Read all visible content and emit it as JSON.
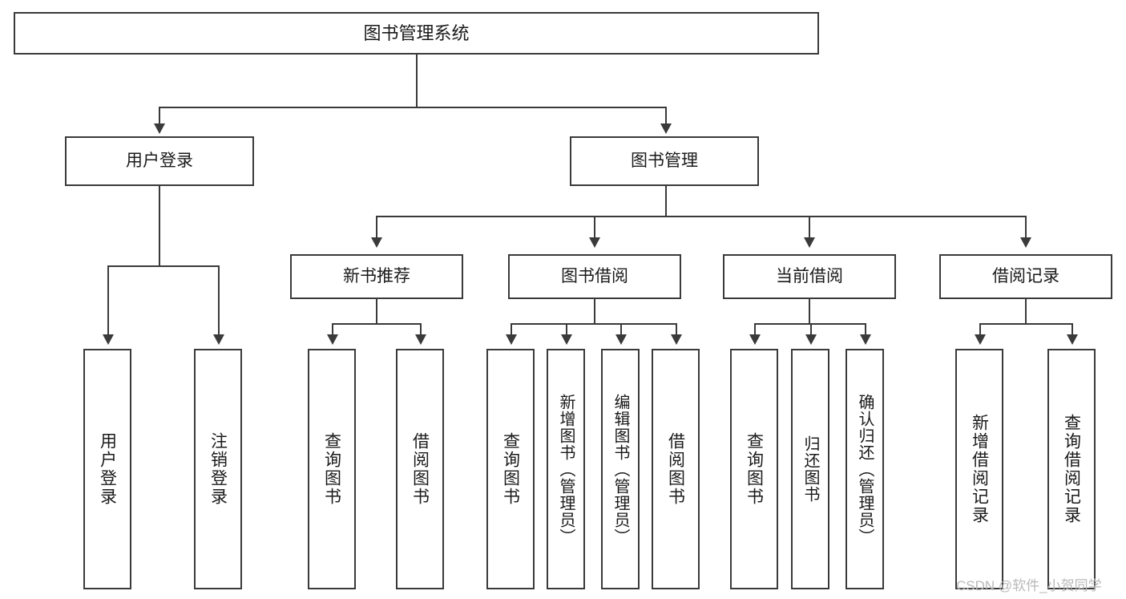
{
  "diagram": {
    "title": "图书管理系统",
    "type": "hierarchy-tree",
    "root": {
      "label": "图书管理系统"
    },
    "level2": [
      {
        "label": "用户登录"
      },
      {
        "label": "图书管理"
      }
    ],
    "level3": [
      {
        "label": "新书推荐"
      },
      {
        "label": "图书借阅"
      },
      {
        "label": "当前借阅"
      },
      {
        "label": "借阅记录"
      }
    ],
    "leaves": {
      "user_login": [
        {
          "label": "用户登录"
        },
        {
          "label": "注销登录"
        }
      ],
      "new_book_recommend": [
        {
          "label": "查询图书"
        },
        {
          "label": "借阅图书"
        }
      ],
      "book_borrow": [
        {
          "label": "查询图书"
        },
        {
          "label": "新增图书（管理员）"
        },
        {
          "label": "编辑图书（管理员）"
        },
        {
          "label": "借阅图书"
        }
      ],
      "current_borrow": [
        {
          "label": "查询图书"
        },
        {
          "label": "归还图书"
        },
        {
          "label": "确认归还（管理员）"
        }
      ],
      "borrow_record": [
        {
          "label": "新增借阅记录"
        },
        {
          "label": "查询借阅记录"
        }
      ]
    }
  },
  "watermark": {
    "text": "CSDN @软件_小贺同学"
  },
  "colors": {
    "background": "#ffffff",
    "box_border": "#3a3a3a",
    "connector": "#3a3a3a",
    "text": "#1a1a1a",
    "watermark": "#b9b9b9"
  }
}
